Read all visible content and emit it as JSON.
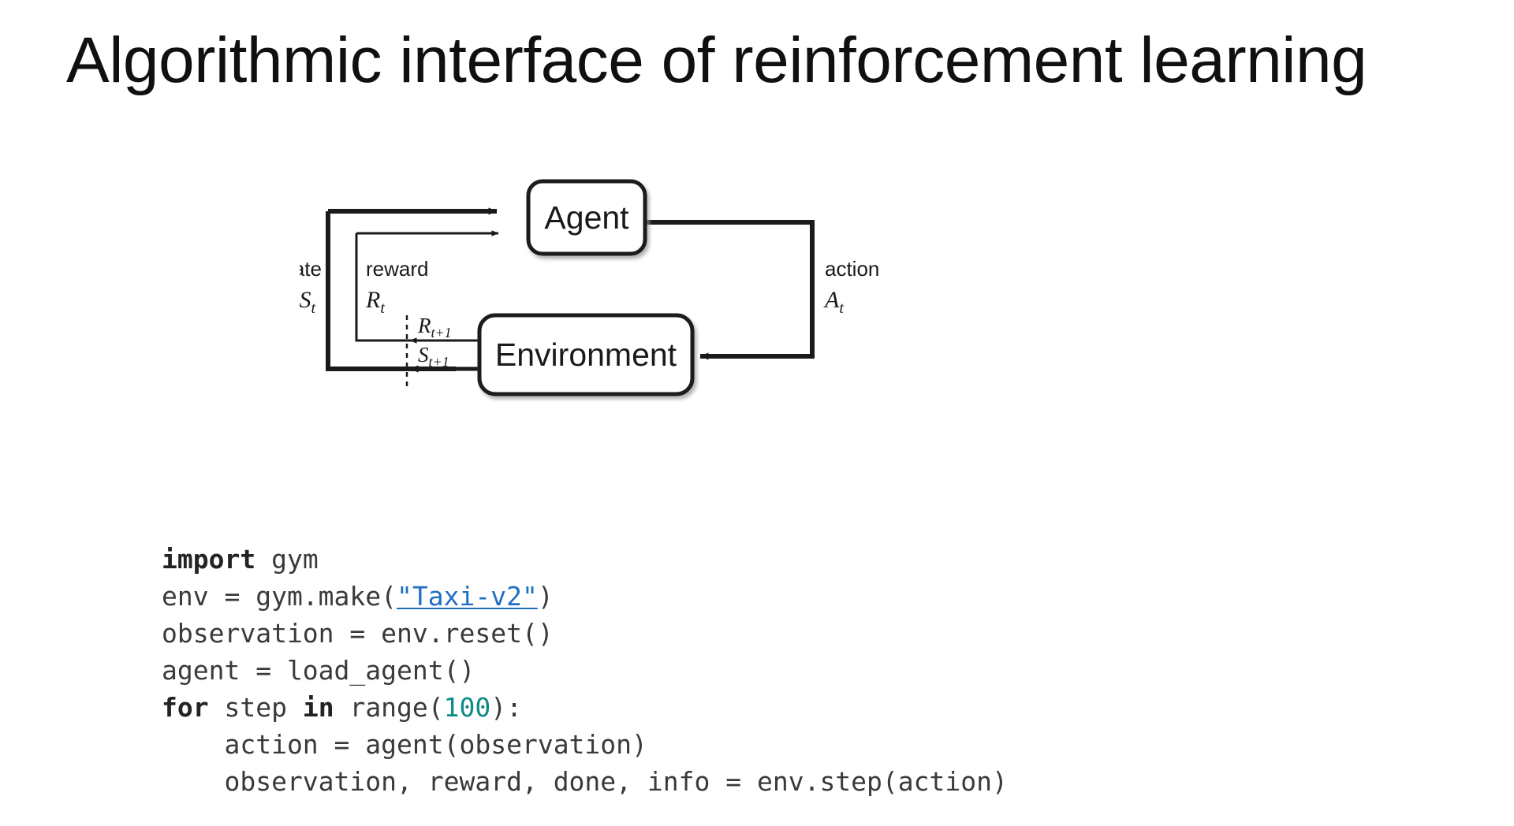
{
  "slide": {
    "title": "Algorithmic interface of reinforcement learning",
    "background_color": "#ffffff"
  },
  "diagram": {
    "name": "agent-environment-interaction-loop",
    "nodes": [
      {
        "id": "agent",
        "label": "Agent"
      },
      {
        "id": "environment",
        "label": "Environment"
      }
    ],
    "edge_labels": {
      "state_word": "state",
      "state_symbol": "S",
      "state_sub": "t",
      "reward_word": "reward",
      "reward_symbol": "R",
      "reward_sub": "t",
      "action_word": "action",
      "action_symbol": "A",
      "action_sub": "t",
      "next_reward_symbol": "R",
      "next_reward_sub": "t+1",
      "next_state_symbol": "S",
      "next_state_sub": "t+1"
    },
    "stroke_color": "#1a1a1a",
    "node_fill": "#ffffff"
  },
  "code": {
    "language": "python",
    "link_color": "#1f6fc4",
    "number_color": "#0d8b86",
    "text_color": "#3a3a3a",
    "lines": [
      {
        "id": "line-1",
        "tokens": [
          {
            "type": "kw",
            "text": "import"
          },
          {
            "type": "plain",
            "text": " gym"
          }
        ]
      },
      {
        "id": "line-2",
        "tokens": [
          {
            "type": "plain",
            "text": "env = gym.make("
          },
          {
            "type": "link",
            "text": "\"Taxi-v2\""
          },
          {
            "type": "plain",
            "text": ")"
          }
        ]
      },
      {
        "id": "line-3",
        "tokens": [
          {
            "type": "plain",
            "text": "observation = env.reset()"
          }
        ]
      },
      {
        "id": "line-4",
        "tokens": [
          {
            "type": "plain",
            "text": "agent = load_agent()"
          }
        ]
      },
      {
        "id": "line-5",
        "tokens": [
          {
            "type": "kw",
            "text": "for"
          },
          {
            "type": "plain",
            "text": " step "
          },
          {
            "type": "kw",
            "text": "in"
          },
          {
            "type": "plain",
            "text": " range("
          },
          {
            "type": "num",
            "text": "100"
          },
          {
            "type": "plain",
            "text": "):"
          }
        ]
      },
      {
        "id": "line-6",
        "tokens": [
          {
            "type": "plain",
            "text": "    action = agent(observation)"
          }
        ]
      },
      {
        "id": "line-7",
        "tokens": [
          {
            "type": "plain",
            "text": "    observation, reward, done, info = env.step(action)"
          }
        ]
      }
    ]
  }
}
